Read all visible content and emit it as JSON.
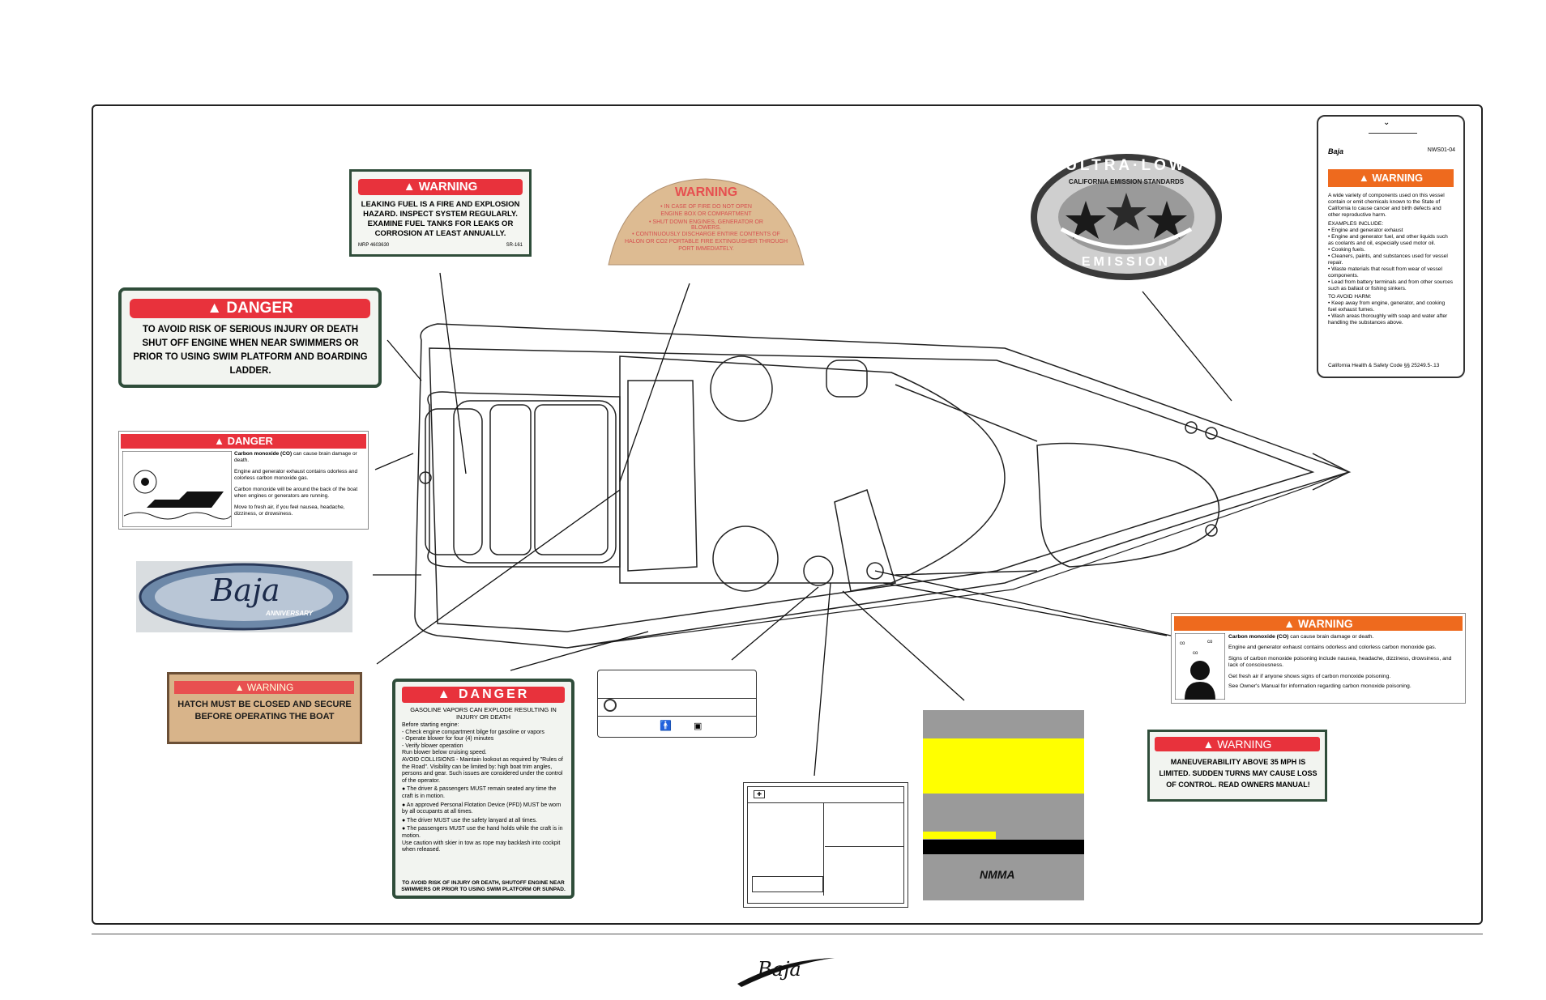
{
  "colors": {
    "danger_red": "#e8323c",
    "warning_orange": "#ee6a1e",
    "tan": "#d8b48a",
    "yellow": "#ffff00",
    "gray": "#9a9a9a"
  },
  "warning_fuel": {
    "heading": "WARNING",
    "body": "LEAKING FUEL IS A FIRE AND EXPLOSION HAZARD. INSPECT SYSTEM REGULARLY. EXAMINE FUEL TANKS FOR LEAKS OR CORROSION AT LEAST ANNUALLY.",
    "code_left": "MRP 4603630",
    "code_right": "SR-161"
  },
  "warning_fire": {
    "heading": "WARNING",
    "line1": "• IN CASE OF FIRE DO NOT OPEN ENGINE BOX OR COMPARTMENT",
    "line2": "• SHUT DOWN ENGINES, GENERATOR OR BLOWERS.",
    "line3": "• CONTINUOUSLY DISCHARGE ENTIRE CONTENTS OF HALON OR CO2 PORTABLE FIRE EXTINGUISHER THROUGH PORT IMMEDIATELY."
  },
  "emission": {
    "top": "ULTRA·LOW",
    "arc": "CALIFORNIA EMISSION STANDARDS",
    "bottom": "EMISSION"
  },
  "prop65": {
    "code": "NWS01-04",
    "heading": "WARNING",
    "intro": "A wide variety of components used on this vessel contain or emit chemicals known to the State of California to cause cancer and birth defects and other reproductive harm.",
    "examples_heading": "EXAMPLES INCLUDE:",
    "examples": [
      "• Engine and generator exhaust",
      "• Engine and generator fuel, and other liquids such as coolants and oil, especially used motor oil.",
      "• Cooking fuels.",
      "• Cleaners, paints, and substances used for vessel repair.",
      "• Waste materials that result from wear of vessel components.",
      "• Lead from battery terminals and from other sources such as ballast or fishing sinkers."
    ],
    "avoid_heading": "TO AVOID HARM:",
    "avoid": [
      "• Keep away from engine, generator, and cooking fuel exhaust fumes.",
      "• Wash areas thoroughly with soap and water after handling the substances above."
    ],
    "footer": "California Health & Safety Code §§ 25249.5-.13"
  },
  "danger_swim": {
    "heading": "DANGER",
    "body": "TO AVOID RISK OF SERIOUS INJURY OR DEATH SHUT OFF ENGINE WHEN NEAR SWIMMERS OR PRIOR TO USING SWIM PLATFORM AND BOARDING LADDER."
  },
  "danger_co": {
    "heading": "DANGER",
    "p1_bold": "Carbon monoxide (CO)",
    "p1": " can cause brain damage or death.",
    "p2": "Engine and generator exhaust contains odorless and colorless carbon monoxide gas.",
    "p3": "Carbon monoxide will be around the back of the boat when engines or generators are running.",
    "p4": "Move to fresh air, if you feel nausea, headache, dizziness, or drowsiness."
  },
  "badge": {
    "text": "Baja",
    "sub": "ANNIVERSARY"
  },
  "hatch": {
    "heading": "WARNING",
    "body": "HATCH MUST BE CLOSED AND SECURE BEFORE OPERATING THE BOAT"
  },
  "danger_gas": {
    "heading": "DANGER",
    "sub": "GASOLINE VAPORS CAN EXPLODE RESULTING IN INJURY OR DEATH",
    "lines": [
      "Before starting engine:",
      "- Check engine compartment bilge for gasoline or vapors",
      "- Operate blower for four (4) minutes",
      "- Verify blower operation",
      "Run blower below cruising speed.",
      "AVOID COLLISIONS - Maintain lookout as required by \"Rules of the Road\". Visibility can be limited by: high boat trim angles, persons and gear. Such issues are considered under the control of the operator.",
      "● The driver & passengers MUST remain seated any time the craft is in motion.",
      "● An approved Personal Flotation Device (PFD) MUST be worn by all occupants at all times.",
      "● The driver MUST use the safety lanyard at all times.",
      "● The passengers MUST use the hand holds while the craft is in motion.",
      "Use caution with skier in tow as rope may backlash into cockpit when released."
    ],
    "footer": "TO AVOID RISK OF INJURY OR DEATH, SHUTOFF ENGINE NEAR SWIMMERS OR PRIOR TO USING SWIM PLATFORM OR SUNPAD."
  },
  "warning_co2": {
    "heading": "WARNING",
    "p1_bold": "Carbon monoxide (CO)",
    "p1": " can cause brain damage or death.",
    "p2": "Engine and generator exhaust contains odorless and colorless carbon monoxide gas.",
    "p3": "Signs of carbon monoxide poisoning include nausea, headache, dizziness, drowsiness, and lack of consciousness.",
    "p4": "Get fresh air if anyone shows signs of carbon monoxide poisoning.",
    "p5": "See Owner's Manual for information regarding carbon monoxide poisoning."
  },
  "warning_maneuver": {
    "heading": "WARNING",
    "body": "MANEUVERABILITY ABOVE 35 MPH IS LIMITED. SUDDEN TURNS MAY CAUSE LOSS OF CONTROL. READ OWNERS MANUAL!"
  },
  "nmma": {
    "logo": "NMMA"
  },
  "footer_logo": {
    "text": "Baja"
  }
}
